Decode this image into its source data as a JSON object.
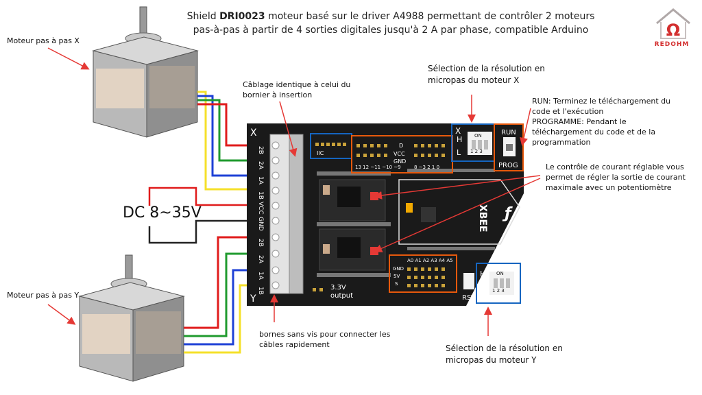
{
  "title": {
    "prefix": "Shield ",
    "product": "DRI0023",
    "rest_line1": " moteur basé sur le driver A4988 permettant de contrôler 2 moteurs",
    "line2": "pas-à-pas à partir de 4 sorties digitales jusqu'à 2 A par phase, compatible Arduino"
  },
  "logo": {
    "text": "REDOHM",
    "symbol": "Ω",
    "color": "#d32f2f"
  },
  "labels": {
    "motor_x": "Moteur pas à pas X",
    "motor_y": "Moteur pas à pas Y",
    "wiring_line1": "Câblage identique à celui du",
    "wiring_line2": "bornier à insertion",
    "res_x_line1": "Sélection de la résolution en",
    "res_x_line2": "micropas du moteur X",
    "run_line1": "RUN: Terminez le téléchargement du",
    "run_line2": "code et l'exécution",
    "run_line3": "PROGRAMME: Pendant le",
    "run_line4": "téléchargement du code et de la",
    "run_line5": "programmation",
    "current_line1": "Le contrôle de courant réglable vous",
    "current_line2": "permet de régler la sortie de courant",
    "current_line3": "maximale avec un potentiomètre",
    "terminals_line1": "bornes sans vis pour connecter les",
    "terminals_line2": "câbles rapidement",
    "res_y_line1": "Sélection de la résolution en",
    "res_y_line2": "micropas du moteur Y",
    "dc": "DC 8~35V"
  },
  "board": {
    "x": "X",
    "y": "Y",
    "terminals": [
      "2B",
      "2A",
      "1A",
      "1B",
      "VCC",
      "GND",
      "2B",
      "2A",
      "1A",
      "1B"
    ],
    "iic": "IIC",
    "d": "D",
    "vcc": "VCC",
    "gnd": "GND",
    "pins_left": "13 12 ~11 ~10 ~9",
    "pins_right": "8 ~3 2 1 0",
    "xbee": "XBEE",
    "run": "RUN",
    "prog": "PROG",
    "on": "ON",
    "dip_nums": "1 2 3",
    "h": "H",
    "l": "L",
    "analog": "A0 A1 A2 A3 A4 A5",
    "agnd": "GND",
    "a5v": "5V",
    "as": "S",
    "v33": "3.3V",
    "output": "output",
    "rst": "RST"
  },
  "colors": {
    "accent_red": "#e53935",
    "highlight_blue": "#1565c0",
    "highlight_orange": "#e8590c",
    "board": "#1a1a1a",
    "wire_yellow": "#f5e02a",
    "wire_blue": "#1e40d6",
    "wire_green": "#1f9a2e",
    "wire_red": "#e01b1b"
  }
}
